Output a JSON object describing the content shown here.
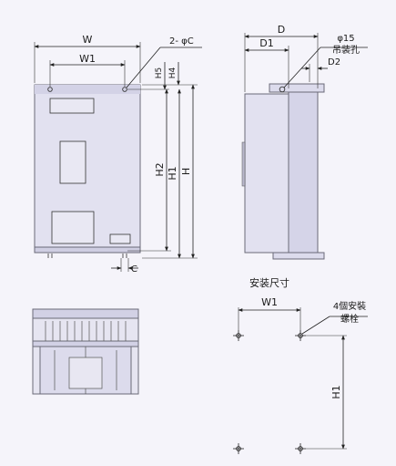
{
  "front_view": {
    "dim_w": "W",
    "dim_w1": "W1",
    "dim_holes": "2- φC",
    "dim_h5": "H5",
    "dim_h4": "H4",
    "dim_h2": "H2",
    "dim_h1": "H1",
    "dim_h": "H",
    "dim_c": "C"
  },
  "side_view": {
    "dim_d": "D",
    "dim_d1": "D1",
    "dim_d2": "D2",
    "lifting_dia": "φ15",
    "lifting_label": "吊装孔"
  },
  "mounting": {
    "title": "安装尺寸",
    "dim_w1": "W1",
    "dim_h1": "H1",
    "screw_label_line1": "4個安裝",
    "screw_label_line2": "螺栓"
  },
  "colors": {
    "background": "#f5f4fa",
    "panel": "#e2e1f0",
    "panel_edge": "#6a6a78",
    "line": "#222222"
  }
}
